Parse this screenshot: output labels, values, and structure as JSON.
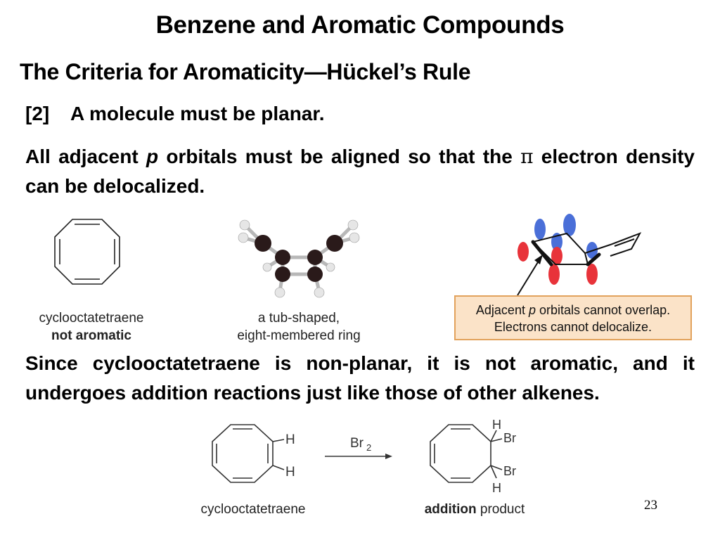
{
  "title": "Benzene and Aromatic Compounds",
  "subtitle": "The Criteria for Aromaticity—Hückel’s Rule",
  "point": {
    "number": "[2]",
    "text": "A molecule must be planar."
  },
  "paragraph1": {
    "part1": "All adjacent ",
    "italic": "p",
    "part2": " orbitals must be aligned so that the ",
    "symbol": "π",
    "part3": " electron density can be delocalized."
  },
  "figure1": {
    "caption1_line1": "cyclooctatetraene",
    "caption1_line2": "not aromatic",
    "caption2_line1": "a tub-shaped,",
    "caption2_line2": "eight-membered ring",
    "note_part1": "Adjacent ",
    "note_italic": "p",
    "note_part2": " orbitals cannot overlap.",
    "note_line2": "Electrons cannot delocalize."
  },
  "paragraph2": "Since cyclooctatetraene is non-planar, it is not aromatic, and it undergoes addition reactions just like those of other alkenes.",
  "reaction": {
    "reactant_label": "cyclooctatetraene",
    "reagent": "Br",
    "reagent_subscript": "2",
    "product_label_bold": "addition",
    "product_label_rest": " product",
    "atom_h": "H",
    "atom_br": "Br"
  },
  "page_number": "23",
  "colors": {
    "note_background": "#fbe3c8",
    "note_border": "#e2a25c",
    "orbital_blue": "#4a6fd8",
    "orbital_red": "#e8333a",
    "carbon_atom": "#2a1a1a",
    "hydrogen_atom": "#e6e6e6"
  }
}
